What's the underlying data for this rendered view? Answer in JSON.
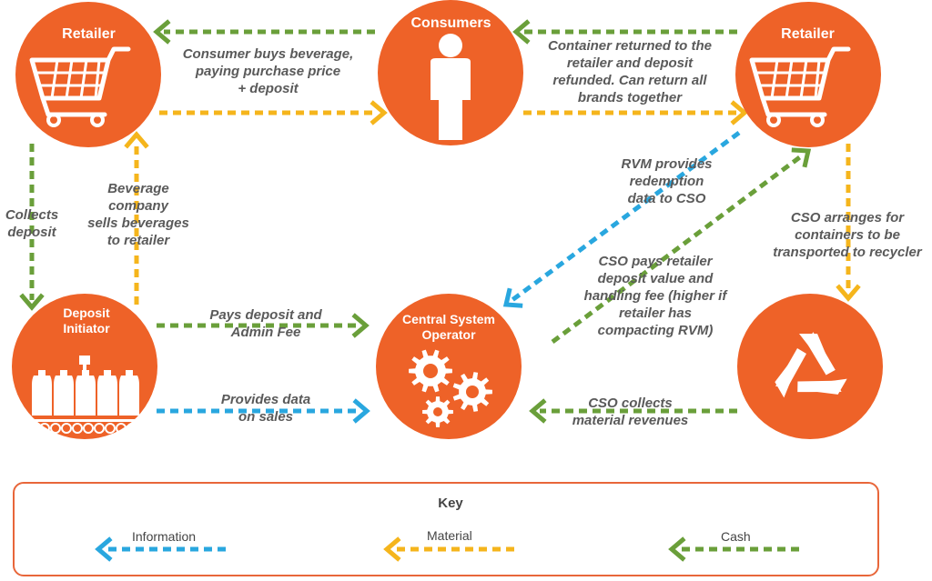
{
  "nodes": {
    "retailer_left": "Retailer",
    "consumers": "Consumers",
    "retailer_right": "Retailer",
    "deposit_initiator": "Deposit\nInitiator",
    "central_system_operator": "Central System\nOperator"
  },
  "labels": {
    "consumer_buys": "Consumer buys beverage,\npaying purchase price\n+ deposit",
    "container_returned": "Container returned to the\nretailer and deposit\nrefunded. Can return all\nbrands together",
    "collects_deposit": "Collects\ndeposit",
    "beverage_company": "Beverage\ncompany\nsells beverages\nto retailer",
    "rvm_provides": "RVM provides\nredemption\ndata to CSO",
    "cso_arranges": "CSO arranges for\ncontainers to be\ntransported to recycler",
    "cso_pays": "CSO pays retailer\ndeposit value and\nhandling fee (higher if\nretailer has\ncompacting RVM)",
    "pays_deposit": "Pays deposit and\nAdmin Fee",
    "provides_data": "Provides data\non sales",
    "cso_collects": "CSO collects\nmaterial revenues"
  },
  "key": {
    "title": "Key",
    "information": "Information",
    "material": "Material",
    "cash": "Cash"
  },
  "colors": {
    "node": "#ee6228",
    "information": "#29a7df",
    "material": "#f5b51c",
    "cash": "#6a9f3a",
    "label_text": "#5a5a5a"
  }
}
